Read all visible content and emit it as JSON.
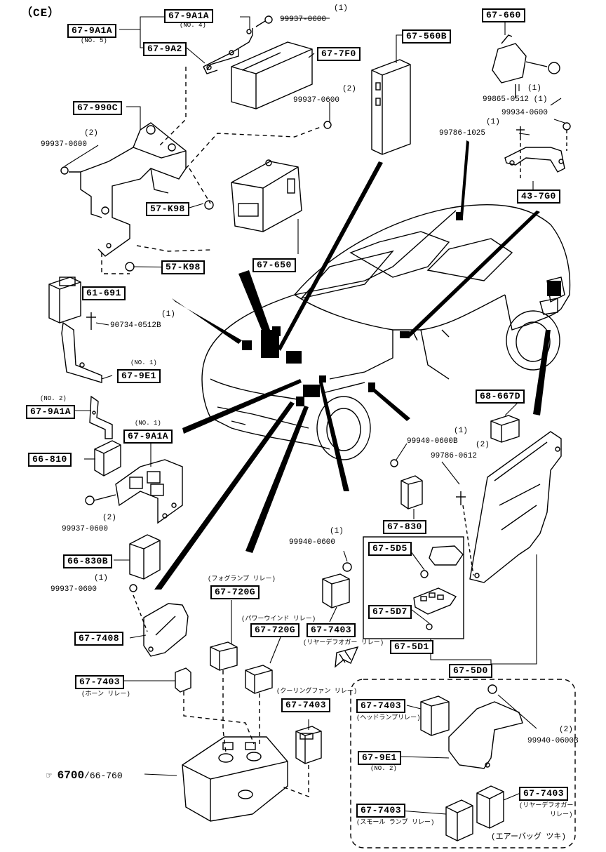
{
  "header": {
    "title": "（CE）"
  },
  "part_boxes": [
    {
      "id": "67-9A1A"
    },
    {
      "id": "67-9A1A"
    },
    {
      "id": "67-9A2"
    },
    {
      "id": "67-7F0"
    },
    {
      "id": "67-560B"
    },
    {
      "id": "67-660"
    },
    {
      "id": "67-990C"
    },
    {
      "id": "57-K98"
    },
    {
      "id": "57-K98"
    },
    {
      "id": "67-650"
    },
    {
      "id": "43-7G0"
    },
    {
      "id": "61-691"
    },
    {
      "id": "67-9E1"
    },
    {
      "id": "67-9A1A"
    },
    {
      "id": "67-9A1A"
    },
    {
      "id": "66-810"
    },
    {
      "id": "68-667D"
    },
    {
      "id": "67-830"
    },
    {
      "id": "66-830B"
    },
    {
      "id": "67-5D5"
    },
    {
      "id": "67-5D7"
    },
    {
      "id": "67-5D1"
    },
    {
      "id": "67-5D0"
    },
    {
      "id": "67-7408"
    },
    {
      "id": "67-720G"
    },
    {
      "id": "67-720G"
    },
    {
      "id": "67-7403"
    },
    {
      "id": "67-7403"
    },
    {
      "id": "67-7403"
    },
    {
      "id": "67-7403"
    },
    {
      "id": "67-9E1"
    },
    {
      "id": "67-7403"
    },
    {
      "id": "67-7403"
    }
  ],
  "part_numbers": [
    {
      "text": "99937-0600"
    },
    {
      "text": "99937-0600"
    },
    {
      "text": "99937-0600"
    },
    {
      "text": "99865-0512 (1)"
    },
    {
      "text": "99934-0600"
    },
    {
      "text": "99786-1025"
    },
    {
      "text": "90734-0512B"
    },
    {
      "text": "99940-0600B"
    },
    {
      "text": "99786-0612"
    },
    {
      "text": "99937-0600"
    },
    {
      "text": "99940-0600"
    },
    {
      "text": "99937-0600"
    },
    {
      "text": "99940-0600B"
    }
  ],
  "quantities": [
    {
      "text": "(1)"
    },
    {
      "text": "(2)"
    },
    {
      "text": "(2)"
    },
    {
      "text": "(1)"
    },
    {
      "text": "(1)"
    },
    {
      "text": "(1)"
    },
    {
      "text": "(1)"
    },
    {
      "text": "(2)"
    },
    {
      "text": "(2)"
    },
    {
      "text": "(1)"
    },
    {
      "text": "(1)"
    },
    {
      "text": "(2)"
    }
  ],
  "notes": [
    {
      "text": "(NO. 4)"
    },
    {
      "text": "(NO. 5)"
    },
    {
      "text": "(NO. 1)"
    },
    {
      "text": "(NO. 2)"
    },
    {
      "text": "(NO. 1)"
    },
    {
      "text": "(NO. 2)"
    },
    {
      "text": "(フォグランプ リレー)"
    },
    {
      "text": "(パワーウインド リレー)"
    },
    {
      "text": "(リヤーデフオガー リレー)"
    },
    {
      "text": "(クーリングファン リレー)"
    },
    {
      "text": "(ホーン リレー)"
    },
    {
      "text": "(ヘッドランプリレー)"
    },
    {
      "text": "(リヤーデフオガー"
    },
    {
      "text": "リレー)"
    },
    {
      "text": "(スモール ランプ リレー)"
    },
    {
      "text": "(エアーバッグ ツキ)"
    }
  ],
  "reference": {
    "symbol": "☞",
    "number": "6700",
    "suffix": "/66-760"
  }
}
